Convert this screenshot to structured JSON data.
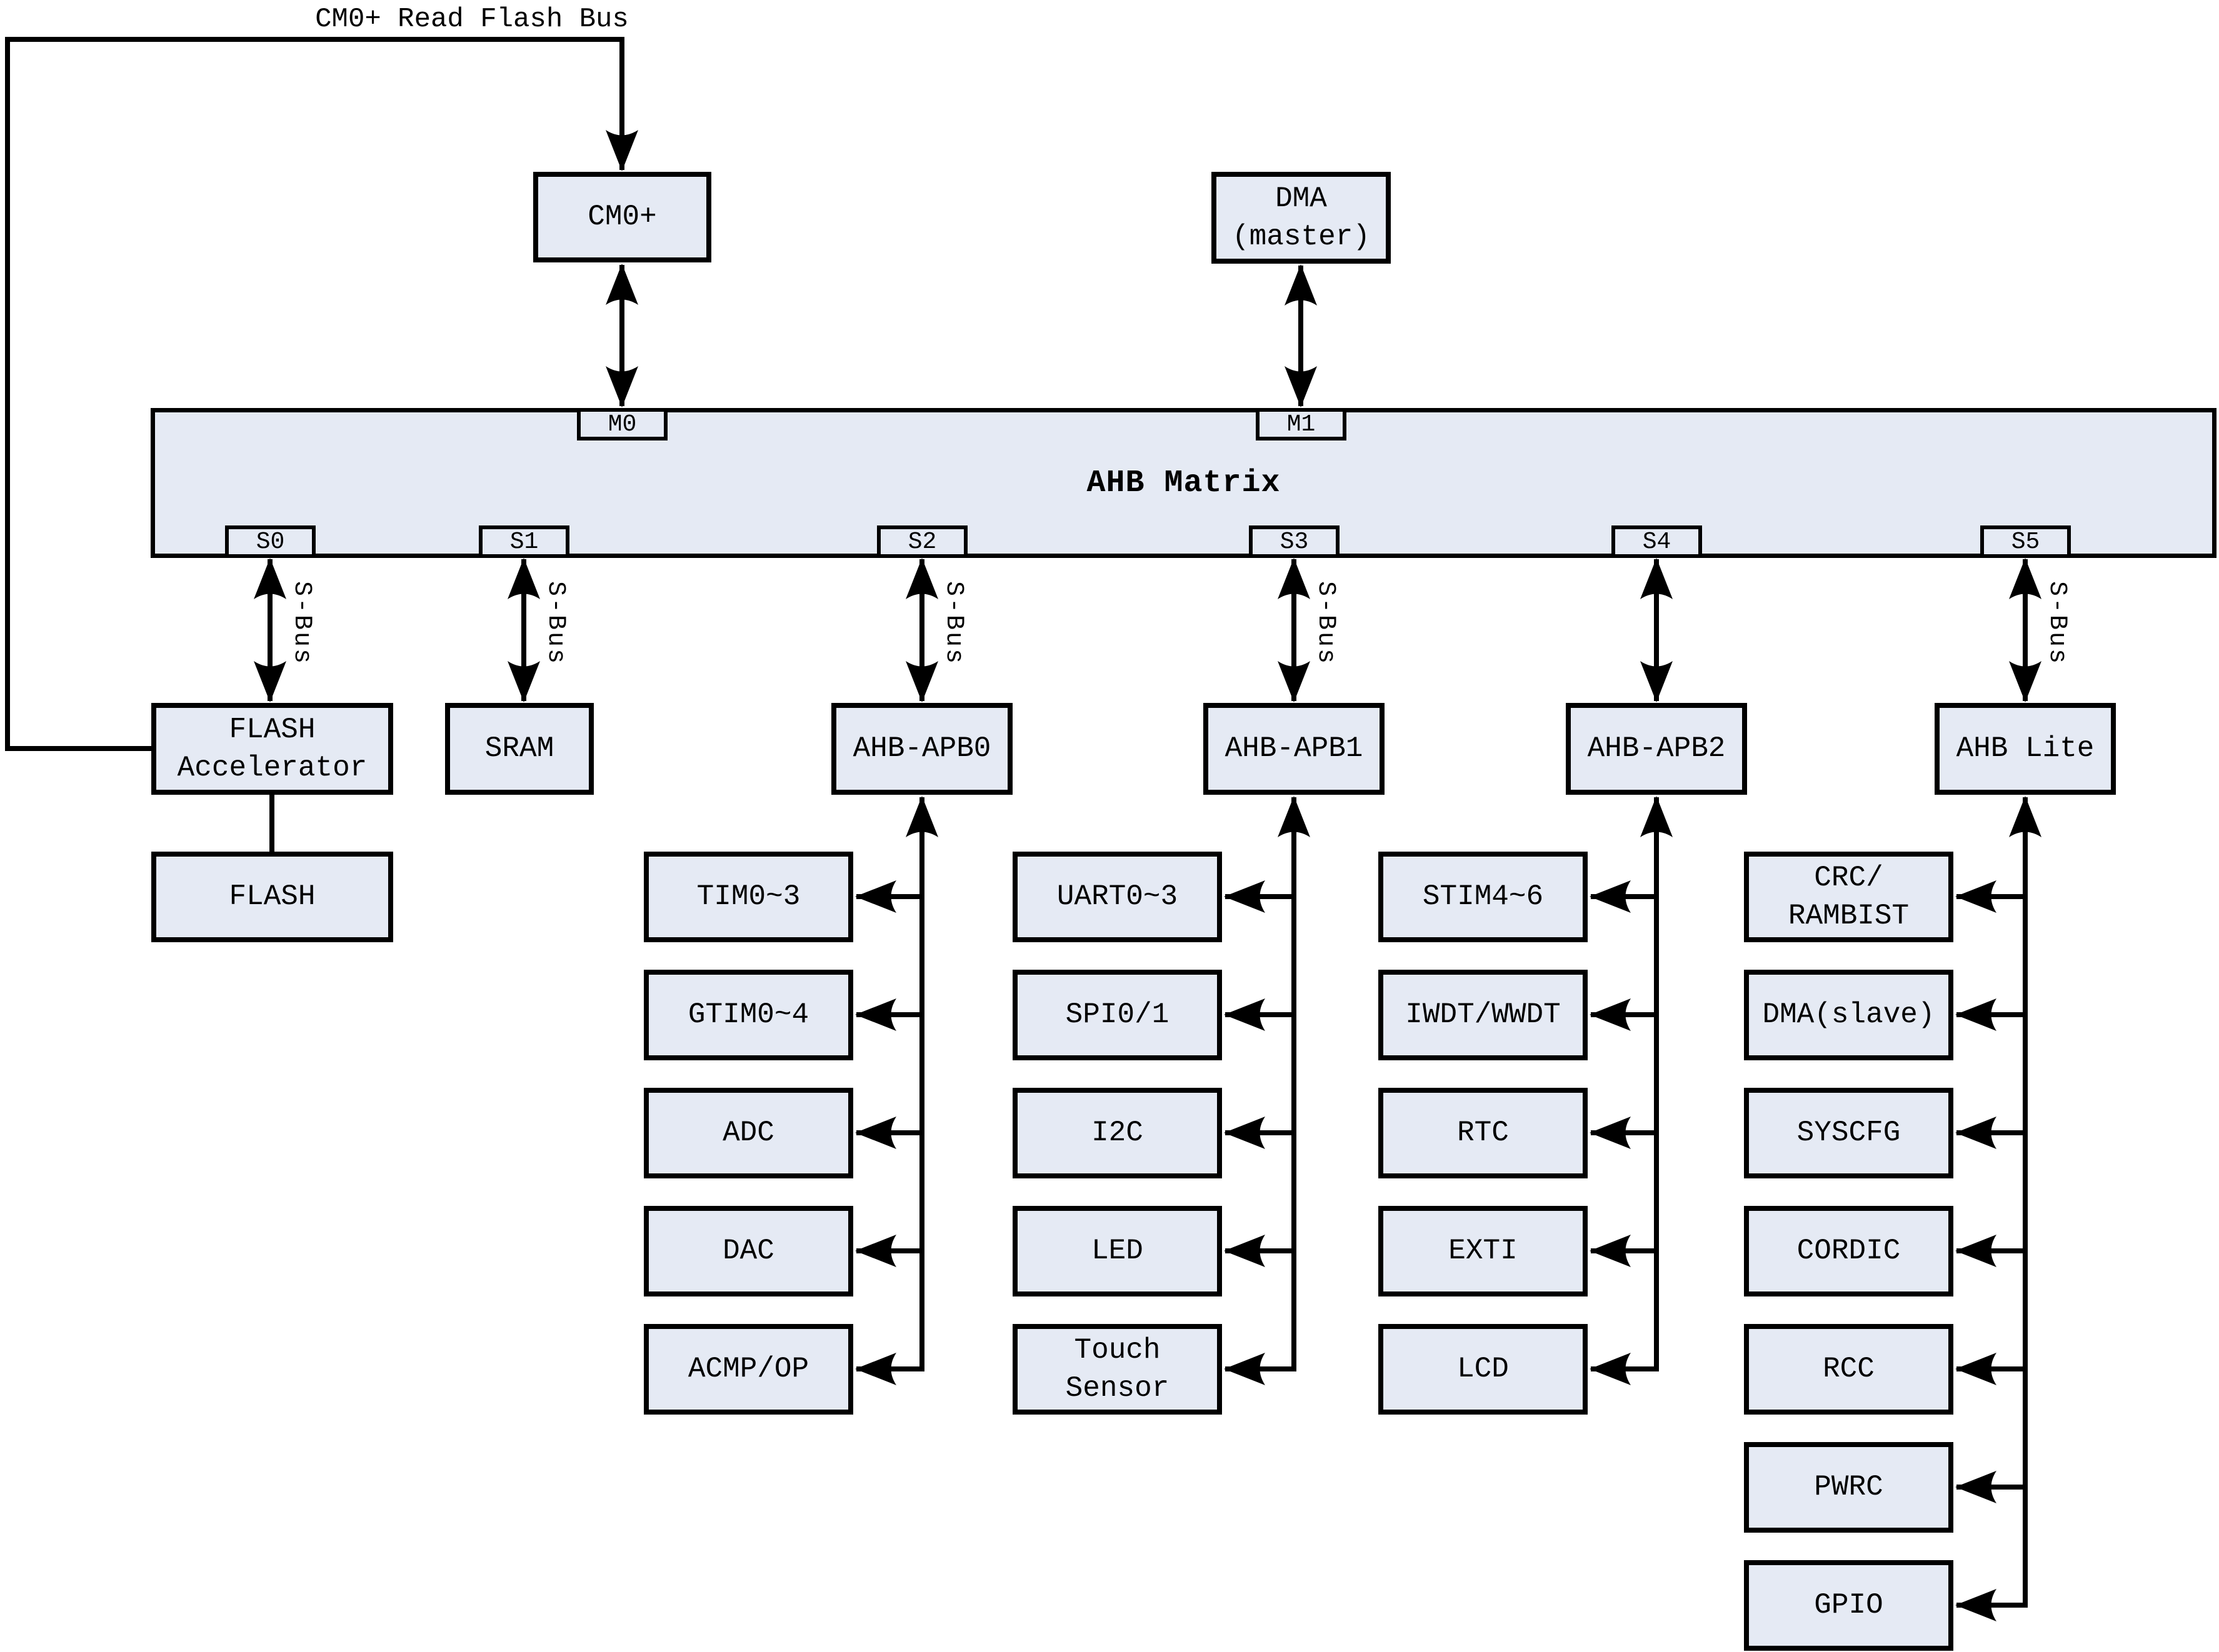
{
  "colors": {
    "box_fill": "#e5eaf4",
    "line_and_border": "#000000",
    "background": "#ffffff"
  },
  "labels": {
    "top_bus": "CM0+ Read Flash Bus",
    "s_bus": "S-Bus",
    "matrix_title": "AHB Matrix",
    "ports": {
      "m0": "M0",
      "m1": "M1",
      "s0": "S0",
      "s1": "S1",
      "s2": "S2",
      "s3": "S3",
      "s4": "S4",
      "s5": "S5"
    },
    "blocks": {
      "cm0": "CM0+",
      "dma_master_l1": "DMA",
      "dma_master_l2": "(master)",
      "flash_acc_l1": "FLASH",
      "flash_acc_l2": "Accelerator",
      "flash": "FLASH",
      "sram": "SRAM",
      "apb0": "AHB-APB0",
      "apb1": "AHB-APB1",
      "apb2": "AHB-APB2",
      "ahb_lite": "AHB Lite",
      "col_apb0": {
        "p0": "TIM0~3",
        "p1": "GTIM0~4",
        "p2": "ADC",
        "p3": "DAC",
        "p4": "ACMP/OP"
      },
      "col_apb1": {
        "p0": "UART0~3",
        "p1": "SPI0/1",
        "p2": "I2C",
        "p3": "LED",
        "p4_l1": "Touch",
        "p4_l2": "Sensor"
      },
      "col_apb2": {
        "p0": "STIM4~6",
        "p1": "IWDT/WWDT",
        "p2": "RTC",
        "p3": "EXTI",
        "p4": "LCD"
      },
      "col_ahb_lite": {
        "p0_l1": "CRC/",
        "p0_l2": "RAMBIST",
        "p1": "DMA(slave)",
        "p2": "SYSCFG",
        "p3": "CORDIC",
        "p4": "RCC",
        "p5": "PWRC",
        "p6": "GPIO"
      }
    }
  }
}
